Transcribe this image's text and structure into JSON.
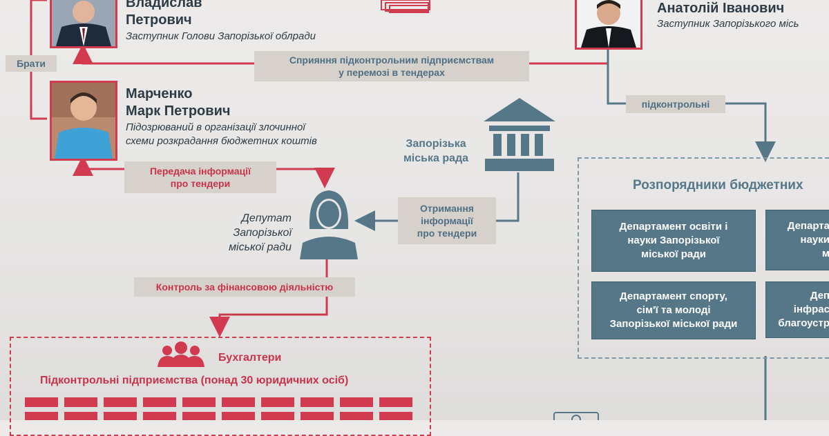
{
  "people": {
    "top_left": {
      "name_line1": "Владислав",
      "name_line2": "Петрович",
      "role": "Заступник Голови Запорізької облради"
    },
    "marchenko": {
      "name_line1": "Марченко",
      "name_line2": "Марк Петрович",
      "role_line1": "Підозрюваний в організації злочинної",
      "role_line2": "схеми розкрадання бюджетних коштів"
    },
    "top_right": {
      "name": "Анатолій Іванович",
      "role": "Заступник Запорізького місь"
    },
    "deputy": {
      "line1": "Депутат",
      "line2": "Запорізької",
      "line3": "міської ради"
    }
  },
  "tags": {
    "brothers": "Брати",
    "assist_line1": "Сприяння підконтрольним підприємствам",
    "assist_line2": "у перемозі в тендерах",
    "controlled": "підконтрольні",
    "transfer_line1": "Передача інформації",
    "transfer_line2": "про тендери",
    "receive_line1": "Отримання",
    "receive_line2": "інформації",
    "receive_line3": "про тендери",
    "finance_control": "Контроль за фінансовою діяльністю"
  },
  "city_council": {
    "line1": "Запорізька",
    "line2": "міська рада"
  },
  "budget_managers": {
    "title": "Розпорядники бюджетних",
    "departments": [
      {
        "line1": "Департамент освіти і",
        "line2": "науки Запорізької",
        "line3": "міської ради"
      },
      {
        "line1": "Департа",
        "line2": "науки",
        "line3": "м"
      },
      {
        "line1": "Департамент спорту,",
        "line2": "сім'ї та молоді",
        "line3": "Запорізької міської ради"
      },
      {
        "line1": "Деп",
        "line2": "інфрас",
        "line3": "благоустр"
      }
    ]
  },
  "enterprises": {
    "accountants": "Бухгалтери",
    "title": "Підконтрольні підприємства (понад 30 юридичних осіб)"
  },
  "colors": {
    "red": "#d23a4f",
    "slate": "#557788",
    "tag_bg": "#d6d1cb",
    "text": "#2d3b45"
  }
}
